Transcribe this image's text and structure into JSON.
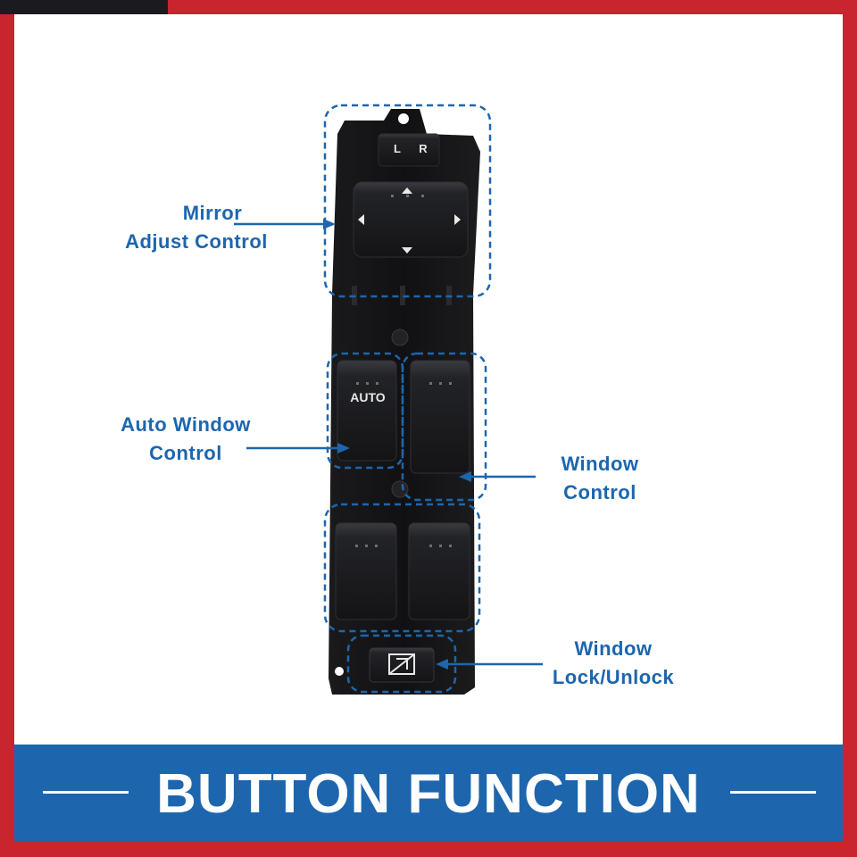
{
  "labels": {
    "mirror": {
      "line1": "Mirror",
      "line2": "Adjust Control"
    },
    "auto_window": {
      "line1": "Auto Window",
      "line2": "Control"
    },
    "window": {
      "line1": "Window",
      "line2": "Control"
    },
    "lock": {
      "line1": "Window",
      "line2": "Lock/Unlock"
    }
  },
  "switch_text": {
    "left": "L",
    "right": "R",
    "auto": "AUTO"
  },
  "banner": {
    "title": "BUTTON FUNCTION"
  },
  "colors": {
    "frame_red": "#c8252e",
    "banner_blue": "#1d66ae",
    "label_blue": "#1d66ae",
    "switch_black": "#151517"
  }
}
